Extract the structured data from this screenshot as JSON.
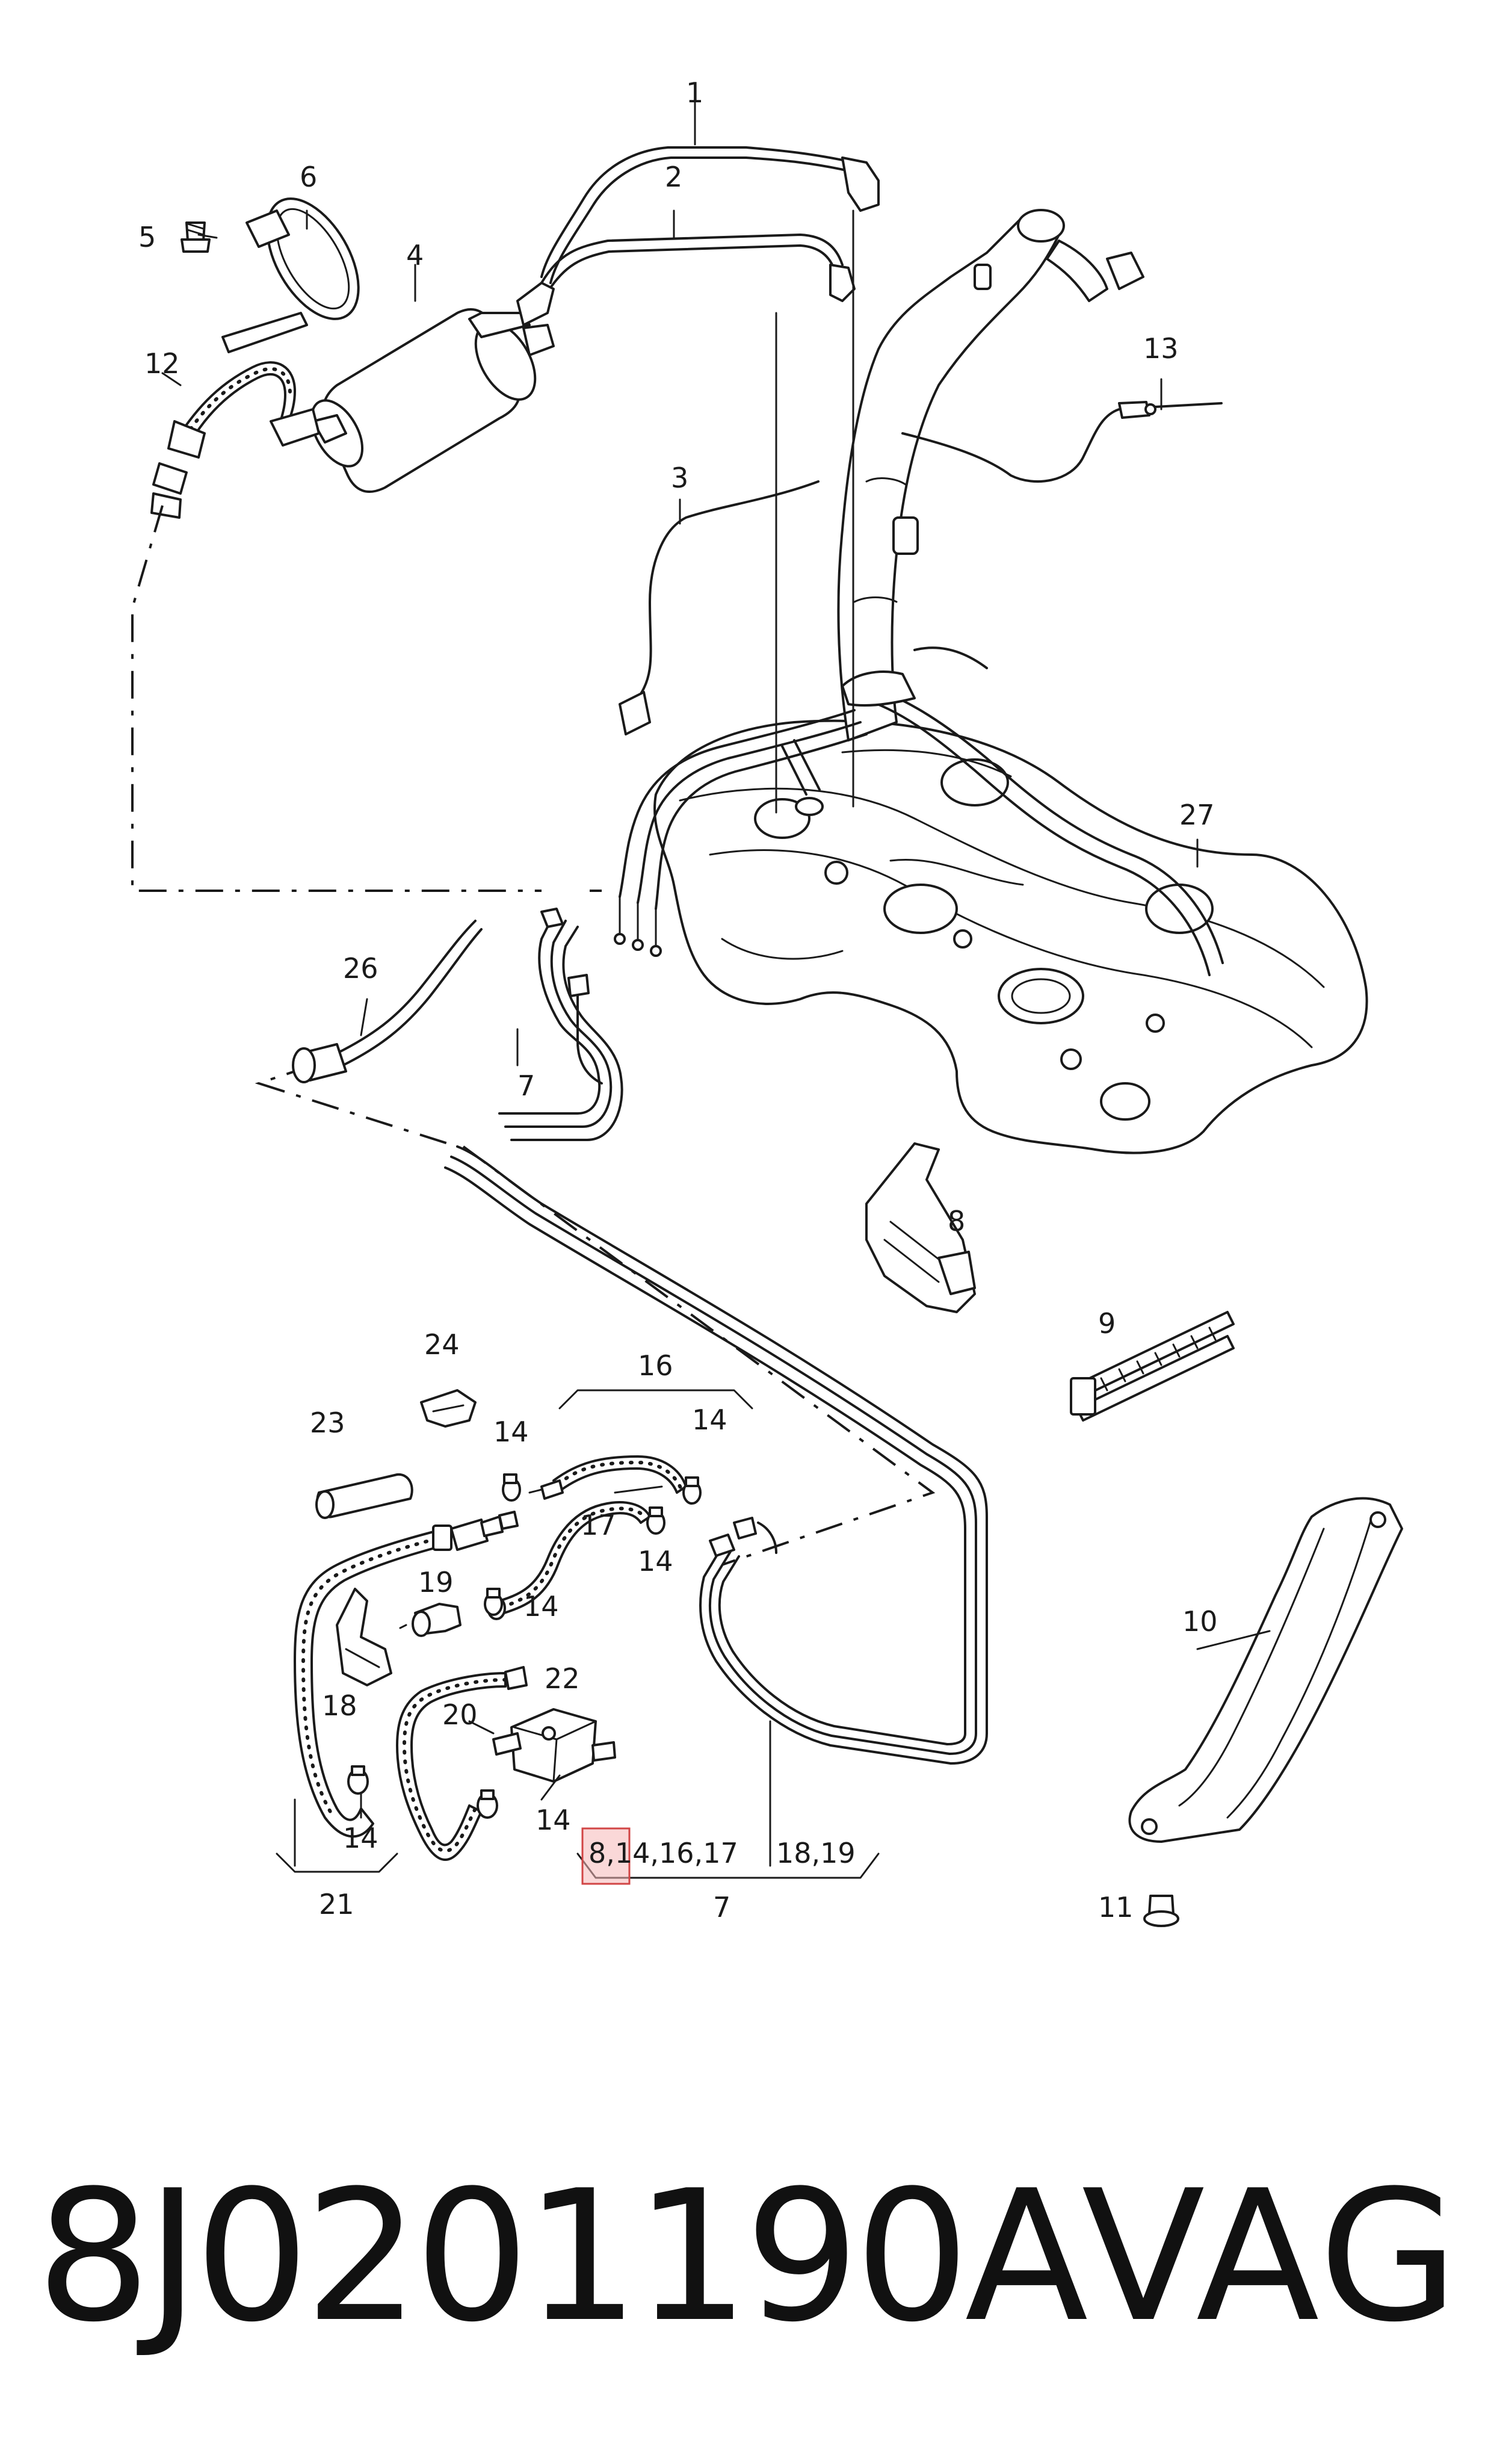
{
  "callouts": [
    "1",
    "2",
    "3",
    "4",
    "5",
    "6",
    "7",
    "8",
    "9",
    "10",
    "11",
    "12",
    "13",
    "14",
    "16",
    "17",
    "18",
    "19",
    "20",
    "21",
    "22",
    "23",
    "24",
    "26",
    "27"
  ],
  "group_labels": {
    "label_7_group": "8,14,16,17",
    "label_7_group_b": "18,19",
    "label_7_bottom": "7",
    "label_21_bottom": "21",
    "label_16_top": "16"
  },
  "footer": {
    "part_number": "8J0201190A",
    "brand": "VAG"
  },
  "colors": {
    "ink": "#1a1a1a",
    "highlight": "#d14545"
  }
}
